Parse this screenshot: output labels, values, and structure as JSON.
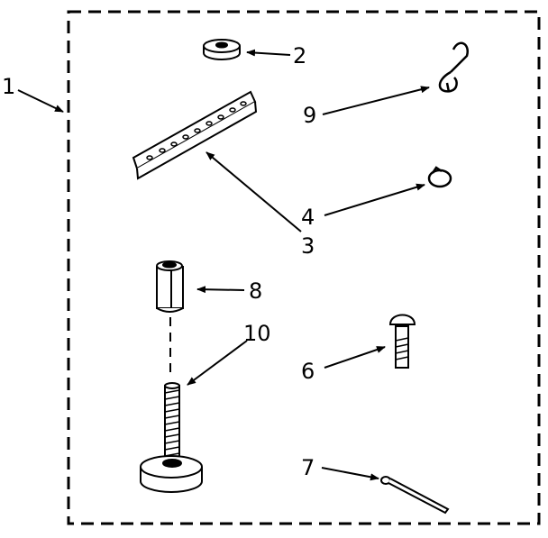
{
  "diagram": {
    "callouts": [
      {
        "id": "1",
        "label": "1"
      },
      {
        "id": "2",
        "label": "2"
      },
      {
        "id": "3",
        "label": "3"
      },
      {
        "id": "4",
        "label": "4"
      },
      {
        "id": "6",
        "label": "6"
      },
      {
        "id": "7",
        "label": "7"
      },
      {
        "id": "8",
        "label": "8"
      },
      {
        "id": "9",
        "label": "9"
      },
      {
        "id": "10",
        "label": "10"
      }
    ],
    "parts": [
      "washer",
      "bracket-strip",
      "hook",
      "ring-clip",
      "coupling-nut",
      "leveling-foot",
      "bolt",
      "cotter-pin"
    ]
  }
}
